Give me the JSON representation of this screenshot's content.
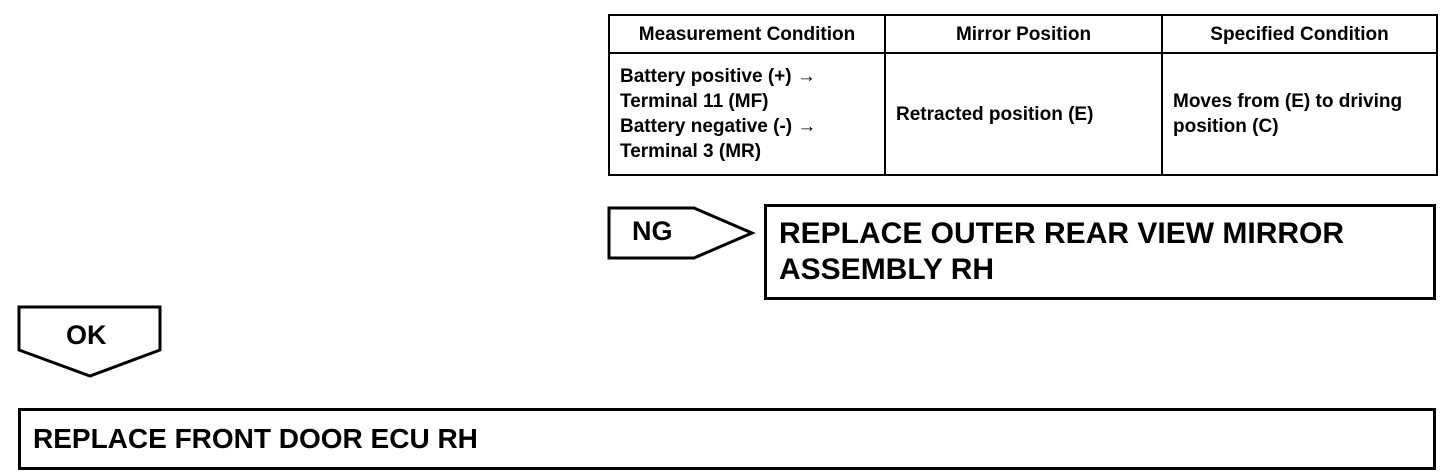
{
  "spec_table": {
    "headers": [
      "Measurement Condition",
      "Mirror Position",
      "Specified Condition"
    ],
    "row": {
      "measurement_lines": [
        "Battery positive (+) →",
        "Terminal 11 (MF)",
        "Battery negative (-) →",
        "Terminal 3 (MR)"
      ],
      "mirror_position": "Retracted position (E)",
      "specified_condition": "Moves from (E) to driving position (C)"
    }
  },
  "ng_branch": {
    "label": "NG",
    "result": "REPLACE OUTER REAR VIEW MIRROR ASSEMBLY RH"
  },
  "ok_branch": {
    "label": "OK",
    "result": "REPLACE FRONT DOOR ECU RH"
  }
}
